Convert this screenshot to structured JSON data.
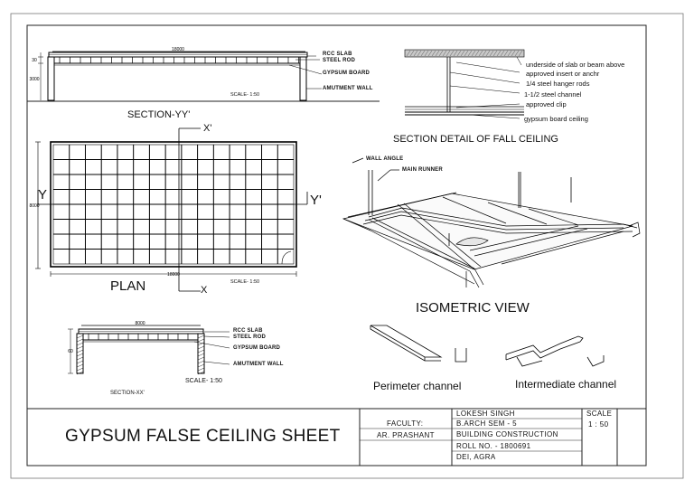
{
  "section_yy": {
    "title": "SECTION-YY'",
    "dim_length": "18000",
    "dim_left_a": "30",
    "dim_left_b": "3000",
    "scale": "SCALE- 1:50",
    "labels": [
      "RCC SLAB",
      "STEEL ROD",
      "GYPSUM BOARD",
      "AMUTMENT WALL"
    ]
  },
  "section_detail": {
    "title": "SECTION DETAIL OF FALL CEILING",
    "labels": [
      "underside of slab or beam above",
      "approved insert or anchr",
      "1/4 steel hanger rods",
      "1-1/2 steel channel",
      "approved clip",
      "gypsum board ceiling"
    ]
  },
  "plan": {
    "title": "PLAN",
    "axis_x_top": "X'",
    "axis_x_bottom": "X",
    "axis_y_left": "Y",
    "axis_y_right": "Y'",
    "dim_width": "18000",
    "dim_height": "8000",
    "scale": "SCALE- 1:50"
  },
  "isometric": {
    "title": "ISOMETRIC VIEW",
    "labels": [
      "WALL ANGLE",
      "MAIN RUNNER"
    ]
  },
  "section_xx": {
    "title": "SECTION-XX'",
    "dim_length": "8000",
    "dim_height": "60",
    "scale": "SCALE- 1:50",
    "labels": [
      "RCC SLAB",
      "STEEL ROD",
      "GYPSUM BOARD",
      "AMUTMENT WALL"
    ]
  },
  "channels": {
    "perimeter": "Perimeter channel",
    "intermediate": "Intermediate channel"
  },
  "title_block": {
    "sheet_title": "GYPSUM FALSE CEILING SHEET",
    "faculty_label": "FACULTY:",
    "faculty_name": "AR. PRASHANT",
    "student_lines": [
      "LOKESH SINGH",
      "B.ARCH SEM - 5",
      "BUILDING CONSTRUCTION",
      "ROLL NO. - 1800691",
      "DEI, AGRA"
    ],
    "scale_label": "SCALE",
    "scale_value": "1 : 50"
  }
}
